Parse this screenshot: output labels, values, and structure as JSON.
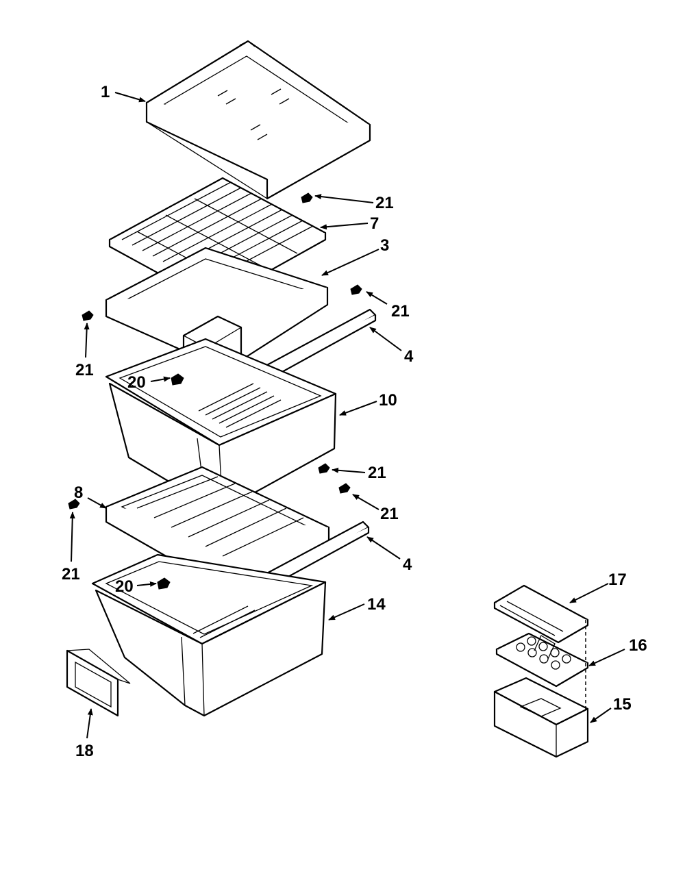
{
  "callouts": [
    {
      "id": "c1",
      "label": "1"
    },
    {
      "id": "c21a",
      "label": "21"
    },
    {
      "id": "c7",
      "label": "7"
    },
    {
      "id": "c3",
      "label": "3"
    },
    {
      "id": "c21b",
      "label": "21"
    },
    {
      "id": "c21c",
      "label": "21"
    },
    {
      "id": "c4a",
      "label": "4"
    },
    {
      "id": "c20a",
      "label": "20"
    },
    {
      "id": "c10",
      "label": "10"
    },
    {
      "id": "c21d",
      "label": "21"
    },
    {
      "id": "c8",
      "label": "8"
    },
    {
      "id": "c21e",
      "label": "21"
    },
    {
      "id": "c21f",
      "label": "21"
    },
    {
      "id": "c4b",
      "label": "4"
    },
    {
      "id": "c20b",
      "label": "20"
    },
    {
      "id": "c14",
      "label": "14"
    },
    {
      "id": "c18",
      "label": "18"
    },
    {
      "id": "c17",
      "label": "17"
    },
    {
      "id": "c16",
      "label": "16"
    },
    {
      "id": "c15",
      "label": "15"
    }
  ]
}
